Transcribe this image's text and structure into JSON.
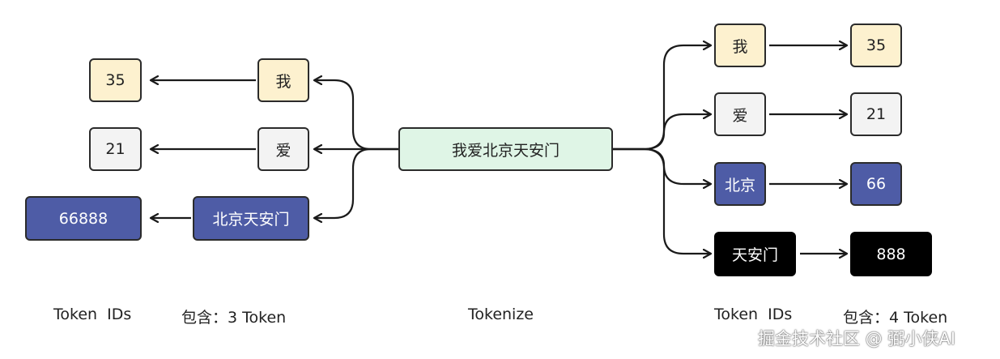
{
  "center": {
    "label": "我爱北京天安门"
  },
  "left": {
    "tokens": [
      "我",
      "爱",
      "北京天安门"
    ],
    "ids": [
      "35",
      "21",
      "66888"
    ]
  },
  "right": {
    "tokens": [
      "我",
      "爱",
      "北京",
      "天安门"
    ],
    "ids": [
      "35",
      "21",
      "66",
      "888"
    ]
  },
  "captions": {
    "left_ids": "Token  IDs",
    "left_count": "包含：3 Token",
    "center": "Tokenize",
    "right_ids": "Token  IDs",
    "right_count": "包含：4 Token"
  },
  "watermark": "掘金技术社区 @ 弼小侠AI",
  "colors": {
    "yellow": "#fdf1cf",
    "gray": "#f3f3f3",
    "blue": "#4e5ca6",
    "black": "#000000",
    "green": "#dff5e6",
    "stroke": "#1a1a1a"
  }
}
